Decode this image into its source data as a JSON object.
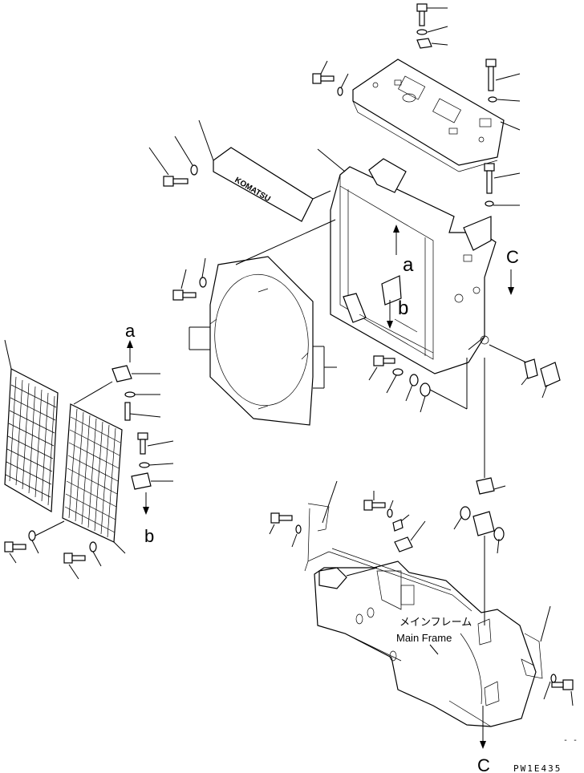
{
  "diagram": {
    "drawing_code": "PW1E435",
    "main_frame_label_jp": "メインフレーム",
    "main_frame_label_en": "Main Frame",
    "brand_plate_text": "KOMATSU",
    "ref_a": "a",
    "ref_b": "b",
    "ref_c": "C",
    "tail_mark": "-  -"
  }
}
